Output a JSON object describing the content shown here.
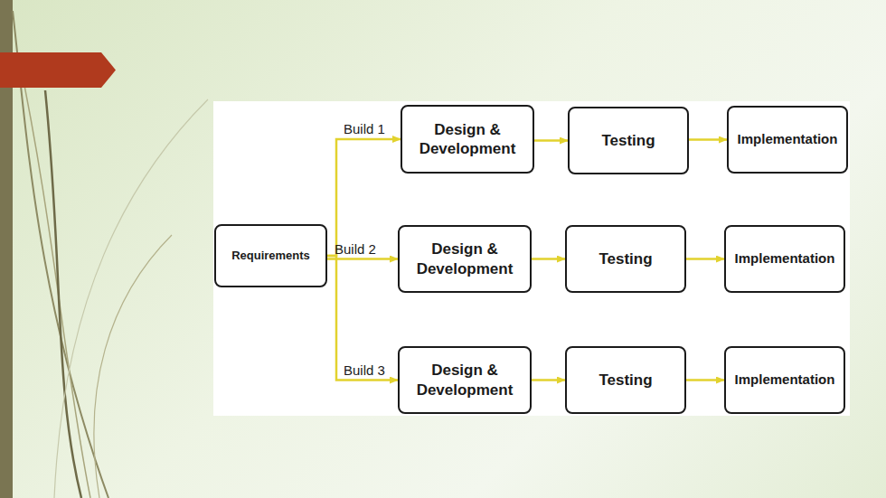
{
  "diagram": {
    "nodes": [
      {
        "text": [
          "Requirements"
        ]
      },
      {
        "text": [
          "Design & Development"
        ]
      },
      {
        "text": [
          "Testing"
        ]
      },
      {
        "text": [
          "Implementation"
        ]
      },
      {
        "text": [
          "Design & Development"
        ]
      },
      {
        "text": [
          "Testing"
        ]
      },
      {
        "text": [
          "Implementation"
        ]
      },
      {
        "text": [
          "Design & Development"
        ]
      },
      {
        "text": [
          "Testing"
        ]
      },
      {
        "text": [
          "Implementation"
        ]
      }
    ],
    "edges": [
      {
        "from": 0,
        "to": 1,
        "label": "Build 1",
        "arrow": "to"
      },
      {
        "from": 0,
        "to": 4,
        "label": "Build 2",
        "arrow": "to"
      },
      {
        "from": 0,
        "to": 7,
        "label": "Build 3",
        "arrow": "to"
      },
      {
        "from": 1,
        "to": 2,
        "arrow": "to"
      },
      {
        "from": 2,
        "to": 3,
        "arrow": "to"
      },
      {
        "from": 4,
        "to": 5,
        "arrow": "to"
      },
      {
        "from": 5,
        "to": 6,
        "arrow": "to"
      },
      {
        "from": 7,
        "to": 8,
        "arrow": "to"
      },
      {
        "from": 8,
        "to": 9,
        "arrow": "to"
      }
    ]
  }
}
